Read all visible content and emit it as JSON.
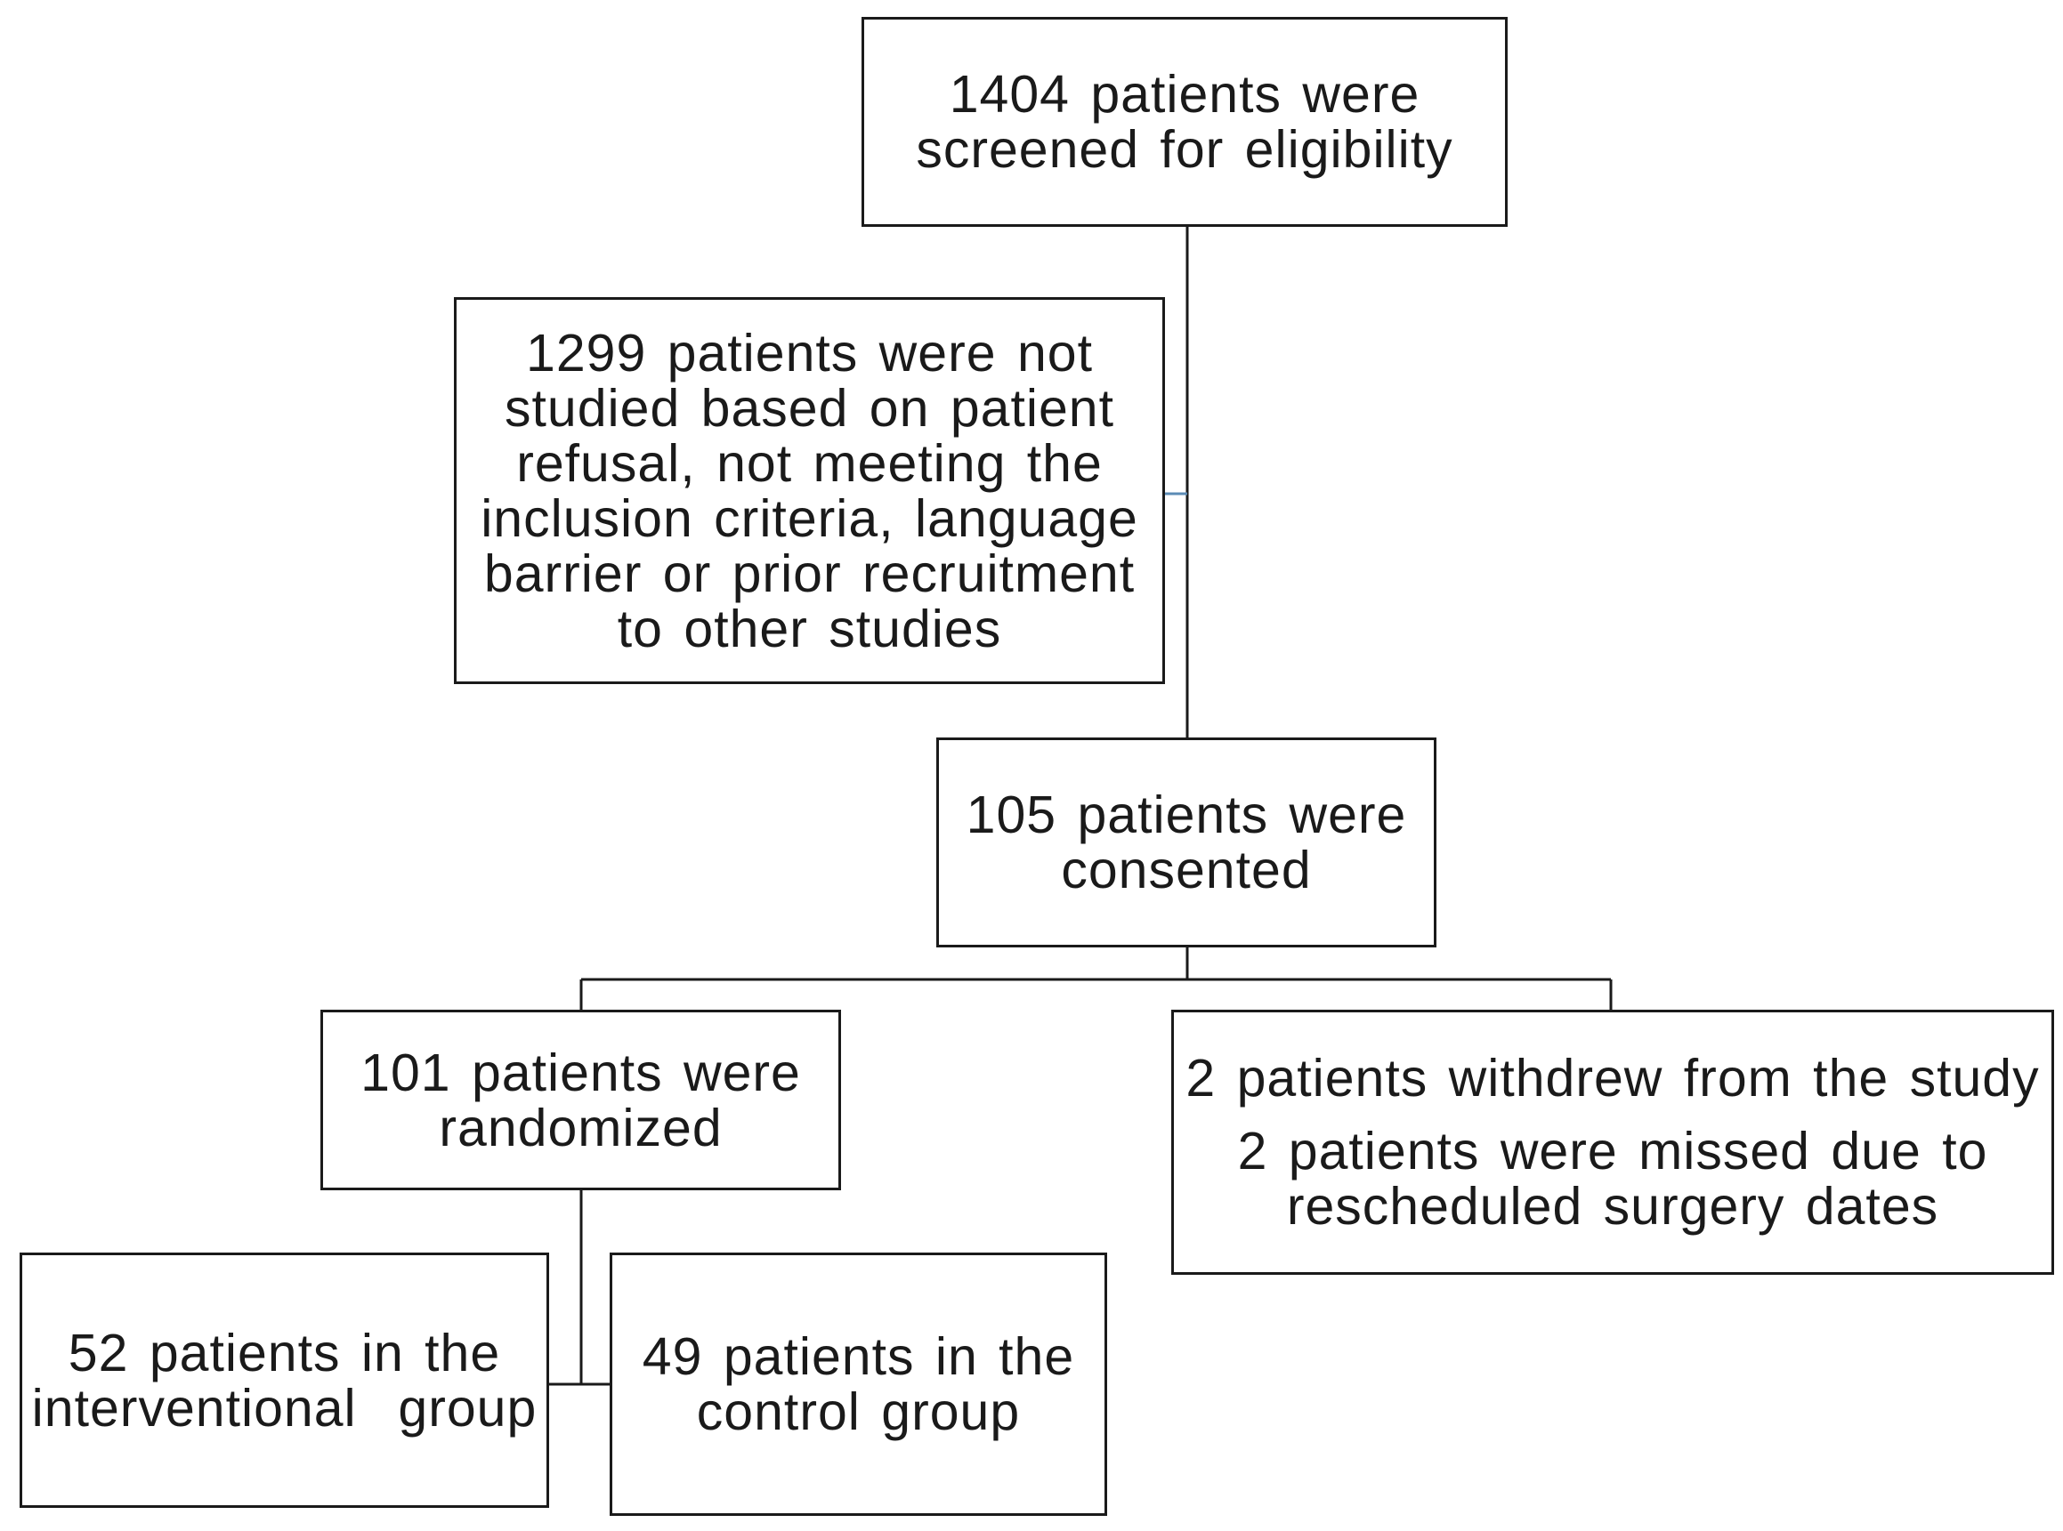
{
  "flowchart": {
    "screened": {
      "lines": [
        "1404 patients were",
        "screened for eligibility"
      ]
    },
    "excluded": {
      "lines": [
        "1299 patients were not",
        "studied based on patient",
        "refusal, not meeting the",
        "inclusion criteria, language",
        "barrier or prior recruitment",
        "to other studies"
      ]
    },
    "consented": {
      "lines": [
        "105 patients were",
        "consented"
      ]
    },
    "randomized": {
      "lines": [
        "101 patients were",
        "randomized"
      ]
    },
    "withdrawn": {
      "lines": [
        "2 patients withdrew from the study",
        "2 patients were missed due to",
        "rescheduled surgery dates"
      ]
    },
    "interventional": {
      "lines": [
        "52 patients in the",
        "interventional  group"
      ]
    },
    "control": {
      "lines": [
        "49 patients in the",
        "control group"
      ]
    }
  },
  "colors": {
    "line": "#1a1a1a",
    "branch_line": "#5b8bb5",
    "box_border": "#1a1a1a",
    "background": "#ffffff"
  }
}
